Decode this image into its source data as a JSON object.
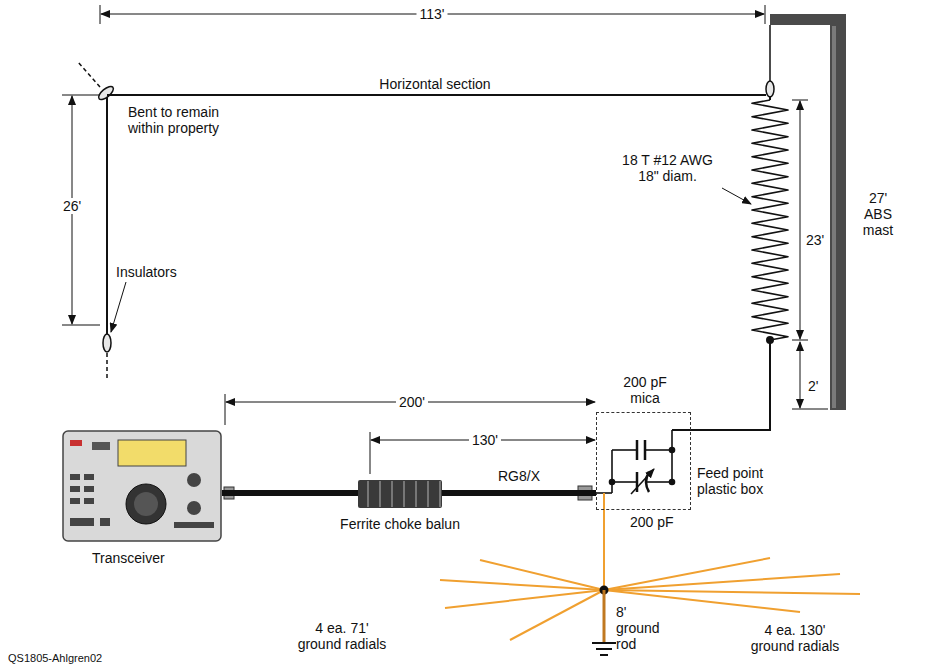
{
  "diagram": {
    "nodes": [
      {
        "text": [
          "Transceiver"
        ]
      },
      {
        "text": [
          "Ferrite choke balun"
        ]
      },
      {
        "text": [
          "Feed point plastic box"
        ]
      }
    ],
    "edges": [
      {
        "from": 0,
        "to": 1,
        "arrow": "none"
      },
      {
        "from": 1,
        "to": 2,
        "arrow": "none",
        "label": "RG8/X"
      }
    ],
    "labels": [
      "113'",
      "Horizontal section",
      "Bent to remain within property",
      "26'",
      "Insulators",
      "18 T #12 AWG 18\" diam.",
      "27' ABS mast",
      "23'",
      "2'",
      "200 pF mica",
      "200'",
      "130'",
      "200 pF",
      "4 ea. 71' ground radials",
      "8' ground rod",
      "4 ea. 130' ground radials",
      "QS1805-Ahlgren02"
    ]
  }
}
